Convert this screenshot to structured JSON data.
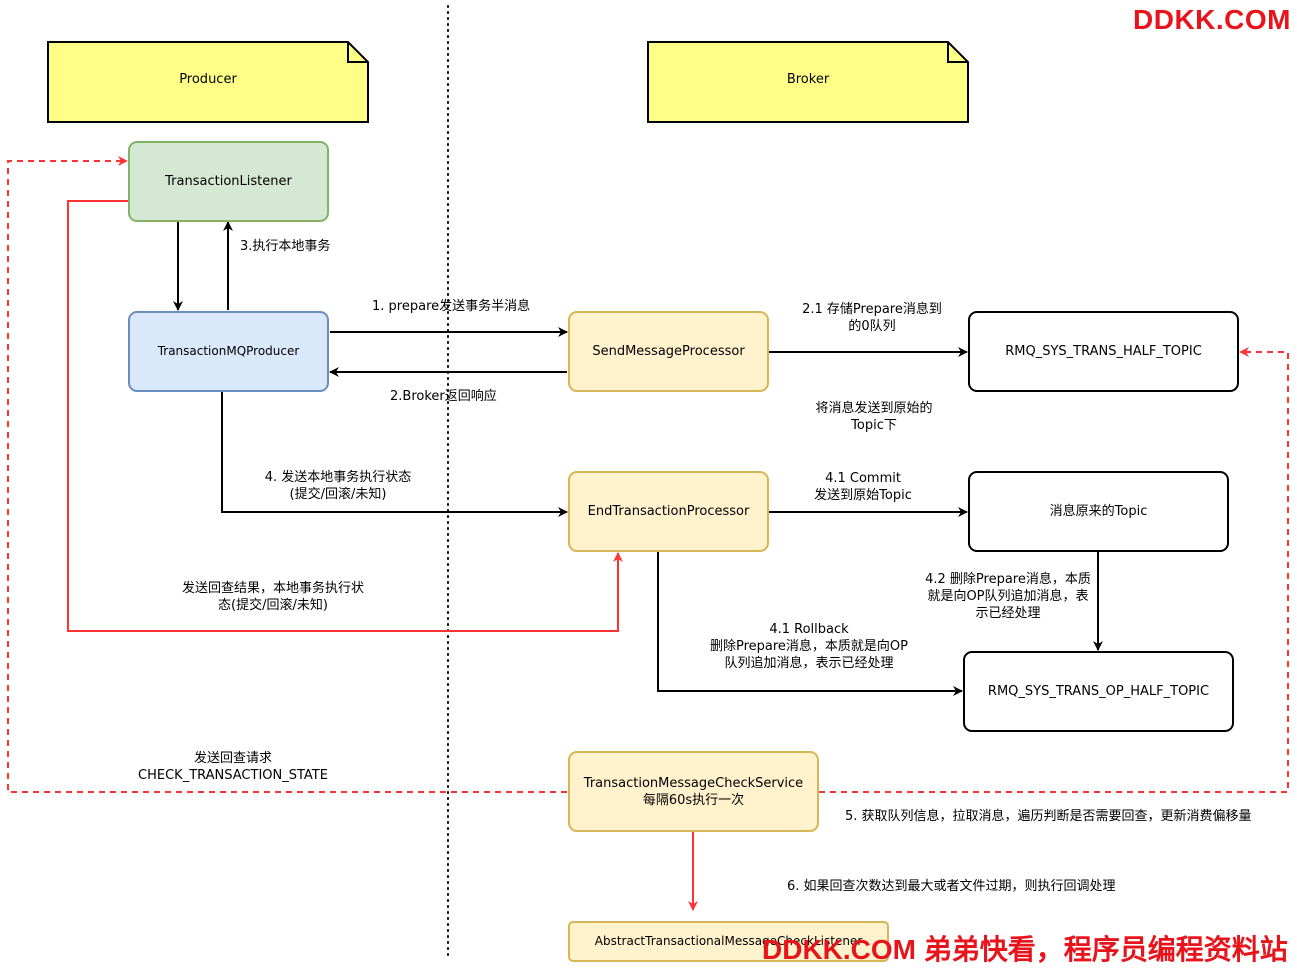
{
  "notes": {
    "producer": "Producer",
    "broker": "Broker"
  },
  "nodes": {
    "transaction_listener": "TransactionListener",
    "transaction_mq_producer": "TransactionMQProducer",
    "send_message_processor": "SendMessageProcessor",
    "end_transaction_processor": "EndTransactionProcessor",
    "half_topic": "RMQ_SYS_TRANS_HALF_TOPIC",
    "original_topic": "消息原来的Topic",
    "op_half_topic": "RMQ_SYS_TRANS_OP_HALF_TOPIC",
    "check_service_line1": "TransactionMessageCheckService",
    "check_service_line2": "每隔60s执行一次",
    "abstract_listener": "AbstractTransactionalMessageCheckListener"
  },
  "labels": {
    "step3": "3.执行本地事务",
    "step1": "1. prepare发送事务半消息",
    "step2": "2.Broker返回响应",
    "step21_line1": "2.1 存储Prepare消息到",
    "step21_line2": "的0队列",
    "send_original_line1": "将消息发送到原始的",
    "send_original_line2": "Topic下",
    "step4_line1": "4. 发送本地事务执行状态",
    "step4_line2": "(提交/回滚/未知)",
    "step41c_line1": "4.1 Commit",
    "step41c_line2": "发送到原始Topic",
    "check_result_line1": "发送回查结果，本地事务执行状",
    "check_result_line2": "态(提交/回滚/未知)",
    "step42_line1": "4.2 删除Prepare消息，本质",
    "step42_line2": "就是向OP队列追加消息，表",
    "step42_line3": "示已经处理",
    "step41r_line1": "4.1 Rollback",
    "step41r_line2": "删除Prepare消息，本质就是向OP",
    "step41r_line3": "队列追加消息，表示已经处理",
    "check_request_line1": "发送回查请求",
    "check_request_line2": "CHECK_TRANSACTION_STATE",
    "step5": "5. 获取队列信息，拉取消息，遍历判断是否需要回查，更新消费偏移量",
    "step6": "6. 如果回查次数达到最大或者文件过期，则执行回调处理"
  },
  "watermarks": {
    "top": "DDKK.COM",
    "bottom": "DDKK.COM 弟弟快看，程序员编程资料站"
  },
  "colors": {
    "note_fill": "#ffff88",
    "green_fill": "#d5e8d4",
    "blue_fill": "#dae8fc",
    "yellow_fill": "#fff2cc",
    "red_line": "#ff3333",
    "watermark": "#e8141c"
  }
}
